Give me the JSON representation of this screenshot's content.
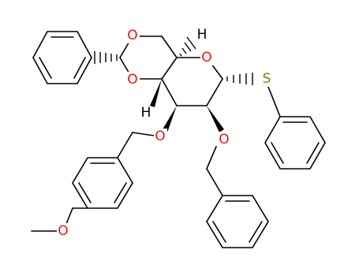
{
  "atoms": {
    "o_acetal_top": "O",
    "o_acetal_bottom": "O",
    "o_ring": "O",
    "h_top": "H",
    "h_left": "H",
    "s_thio": "S",
    "o_pmb": "O",
    "o_bn": "O",
    "o_methoxy": "O"
  },
  "colors": {
    "bond": "#000000",
    "oxygen": "#e8161b",
    "sulfur": "#7f7f00",
    "hydrogen": "#000000"
  }
}
